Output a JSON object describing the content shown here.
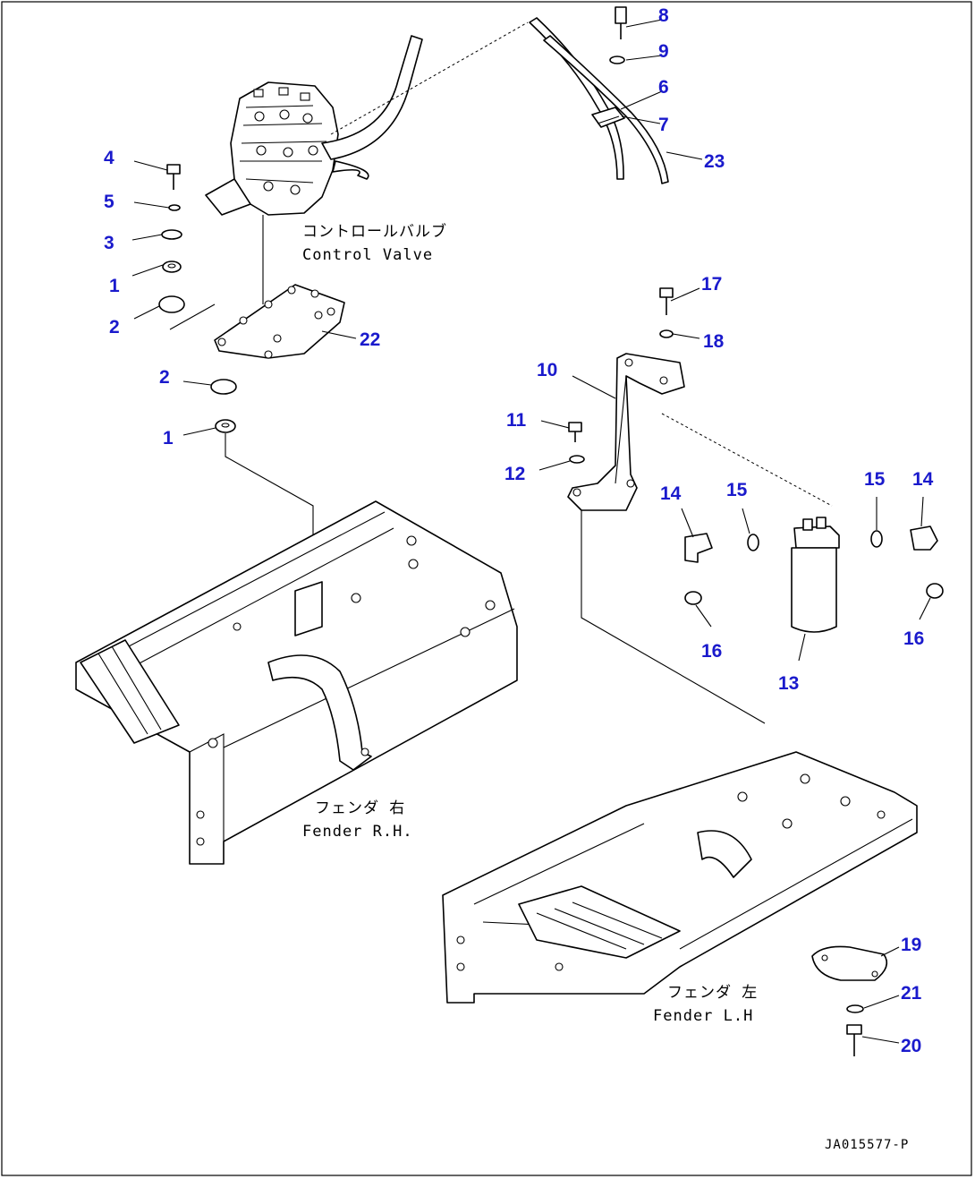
{
  "labels": {
    "control_valve_jp": "コントロールバルブ",
    "control_valve_en": "Control Valve",
    "fender_rh_jp": "フェンダ 右",
    "fender_rh_en": "Fender R.H.",
    "fender_lh_jp": "フェンダ 左",
    "fender_lh_en": "Fender L.H",
    "drawing_number": "JA015577-P"
  },
  "callouts": {
    "c8": "8",
    "c9": "9",
    "c6": "6",
    "c7": "7",
    "c23": "23",
    "c4": "4",
    "c5": "5",
    "c3": "3",
    "c1a": "1",
    "c2a": "2",
    "c22": "22",
    "c2b": "2",
    "c1b": "1",
    "c17": "17",
    "c18": "18",
    "c10": "10",
    "c11": "11",
    "c12": "12",
    "c14a": "14",
    "c15a": "15",
    "c15b": "15",
    "c14b": "14",
    "c16a": "16",
    "c16b": "16",
    "c13": "13",
    "c19": "19",
    "c21": "21",
    "c20": "20"
  },
  "colors": {
    "callout": "#1a1acc",
    "line": "#000000",
    "background": "#ffffff"
  }
}
